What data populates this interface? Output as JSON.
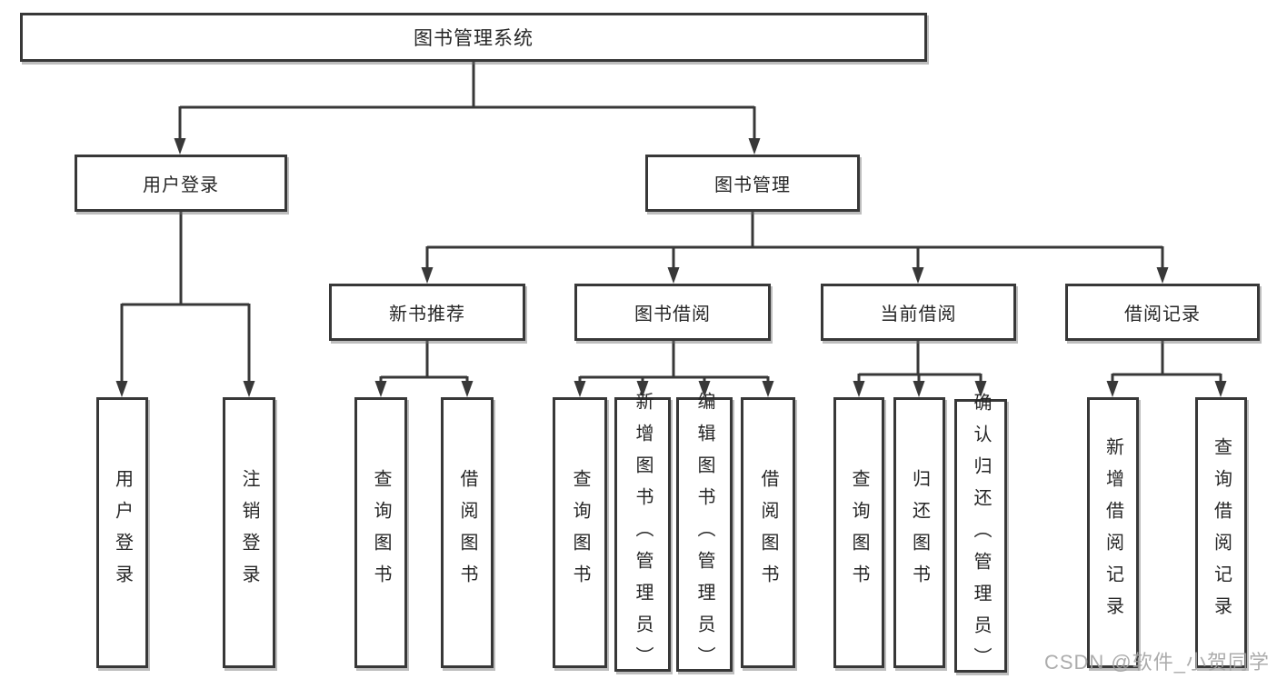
{
  "colors": {
    "line": "#383838",
    "box_border": "#383838",
    "text": "#262626",
    "background": "#ffffff",
    "watermark": "#a3a3a3"
  },
  "watermark": {
    "text": "CSDN @软件_小贺同学"
  },
  "diagram": {
    "type": "tree",
    "root": {
      "label": "图书管理系统",
      "children": [
        {
          "label": "用户登录",
          "children": [
            {
              "label": "用户登录"
            },
            {
              "label": "注销登录"
            }
          ]
        },
        {
          "label": "图书管理",
          "children": [
            {
              "label": "新书推荐",
              "children": [
                {
                  "label": "查询图书"
                },
                {
                  "label": "借阅图书"
                }
              ]
            },
            {
              "label": "图书借阅",
              "children": [
                {
                  "label": "查询图书"
                },
                {
                  "label": "新增图书（管理员）"
                },
                {
                  "label": "编辑图书（管理员）"
                },
                {
                  "label": "借阅图书"
                }
              ]
            },
            {
              "label": "当前借阅",
              "children": [
                {
                  "label": "查询图书"
                },
                {
                  "label": "归还图书"
                },
                {
                  "label": "确认归还（管理员）"
                }
              ]
            },
            {
              "label": "借阅记录",
              "children": [
                {
                  "label": "新增借阅记录"
                },
                {
                  "label": "查询借阅记录"
                }
              ]
            }
          ]
        }
      ]
    }
  }
}
